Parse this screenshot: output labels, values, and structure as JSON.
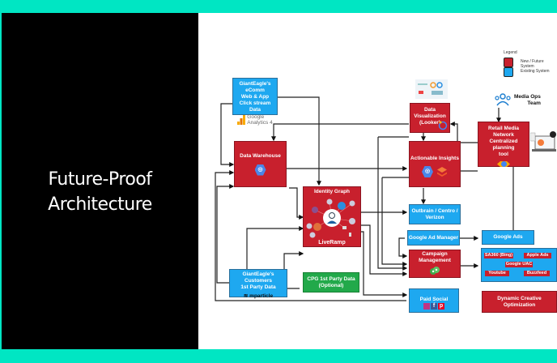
{
  "slide": {
    "title_line1": "Future-Proof",
    "title_line2": "Architecture"
  },
  "legend": {
    "title": "Legend",
    "items": [
      {
        "label": "New / Future System",
        "color": "#c8202d"
      },
      {
        "label": "Existing System",
        "color": "#1ea8f0"
      }
    ]
  },
  "nodes": {
    "ecomm": {
      "line1": "GiantEagle's eComm",
      "line2": "Web & App",
      "line3": "Click stream Data",
      "logo_line1": "Google",
      "logo_line2": "Analytics 4"
    },
    "data_warehouse": {
      "label": "Data Warehouse"
    },
    "identity_graph": {
      "label": "Identity Graph",
      "logo": "LiveRamp"
    },
    "customers": {
      "line1": "GiantEagle's Customers",
      "line2": "1st Party Data",
      "logo": "mparticle"
    },
    "cpg": {
      "line1": "CPG 1st Party Data",
      "line2": "(Optional)"
    },
    "data_viz": {
      "line1": "Data",
      "line2": "Visualization",
      "line3": "(Looker)"
    },
    "actionable": {
      "label": "Actionable Insights"
    },
    "retail_media": {
      "line1": "Retail Media Network",
      "line2": "Centralized planning",
      "line3": "tool"
    },
    "media_ops": {
      "line1": "Media Ops",
      "line2": "Team"
    },
    "outbrain": {
      "line1": "Outbrain / Centro /",
      "line2": "Verizon"
    },
    "gam": {
      "label": "Google Ad Manager"
    },
    "campaign": {
      "line1": "Campaign",
      "line2": "Management"
    },
    "paid_social": {
      "label": "Paid Social"
    },
    "google_ads": {
      "label": "Google Ads"
    },
    "channels": {
      "items": [
        "SA360 (Bing)",
        "Apple Ads",
        "Google UAC",
        "Youtube",
        "Buzzfeed"
      ]
    },
    "dco": {
      "line1": "Dynamic Creative",
      "line2": "Optimization"
    }
  }
}
